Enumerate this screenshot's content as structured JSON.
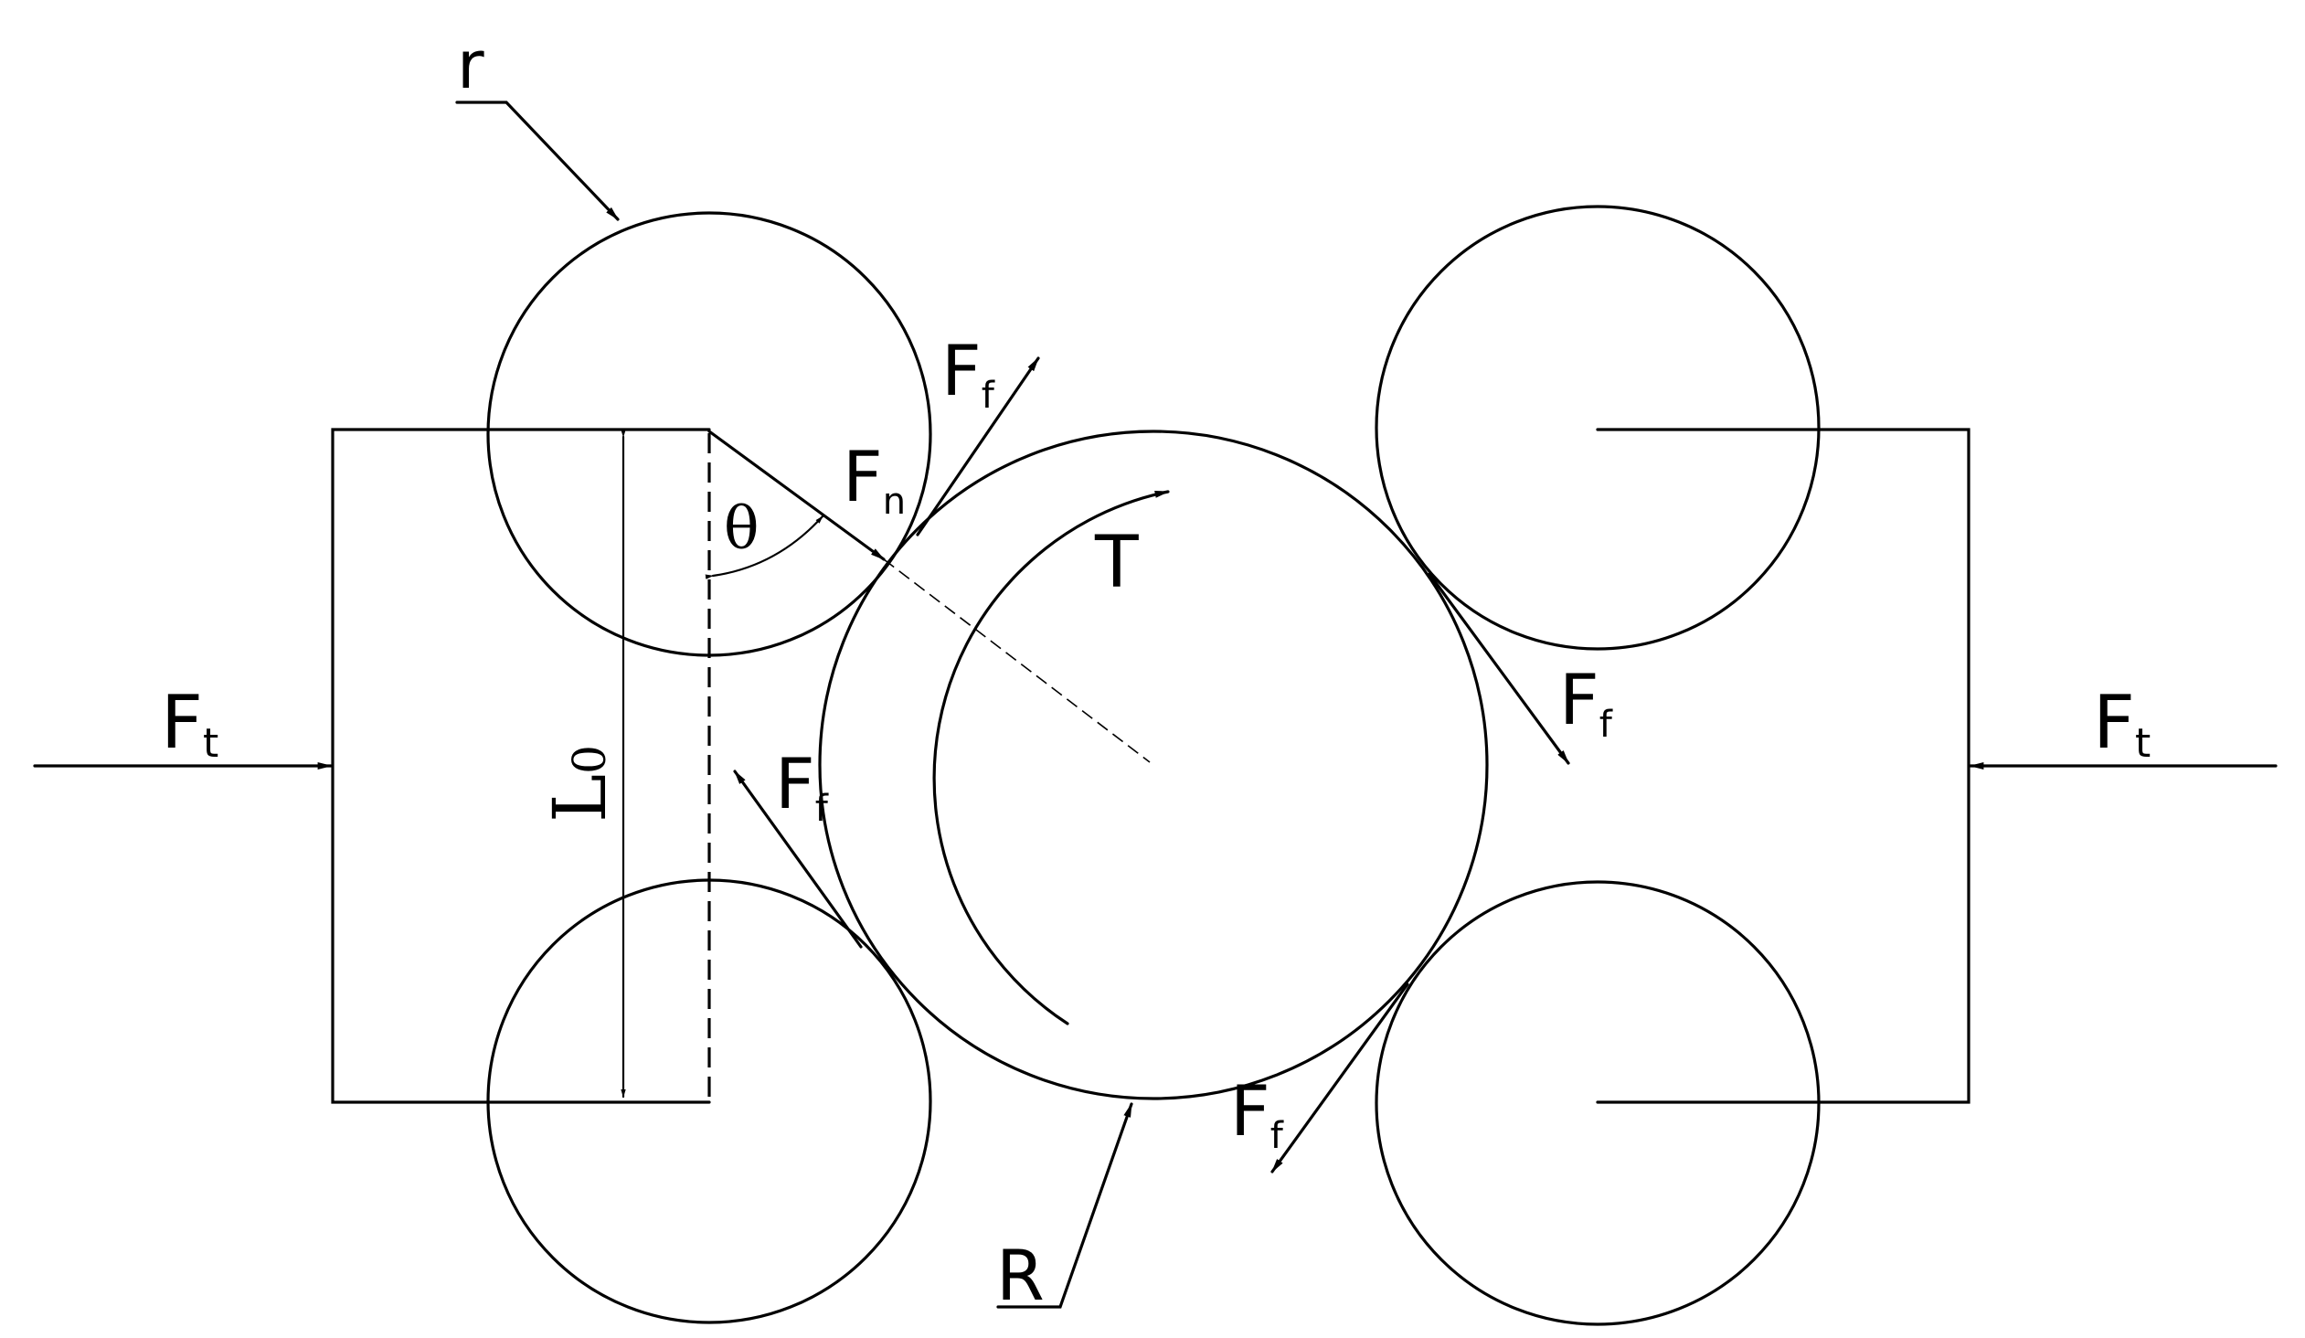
{
  "labels": {
    "small_radius": "r",
    "large_radius": "R",
    "torque": "T",
    "angle": "θ",
    "spacing": "L",
    "spacing_sub": "0",
    "normal_force": "F",
    "normal_force_sub": "n",
    "friction_force": "F",
    "friction_force_sub": "f",
    "thrust_force": "F",
    "thrust_force_sub": "t"
  },
  "colors": {
    "ink": "#000000",
    "background": "#ffffff"
  }
}
